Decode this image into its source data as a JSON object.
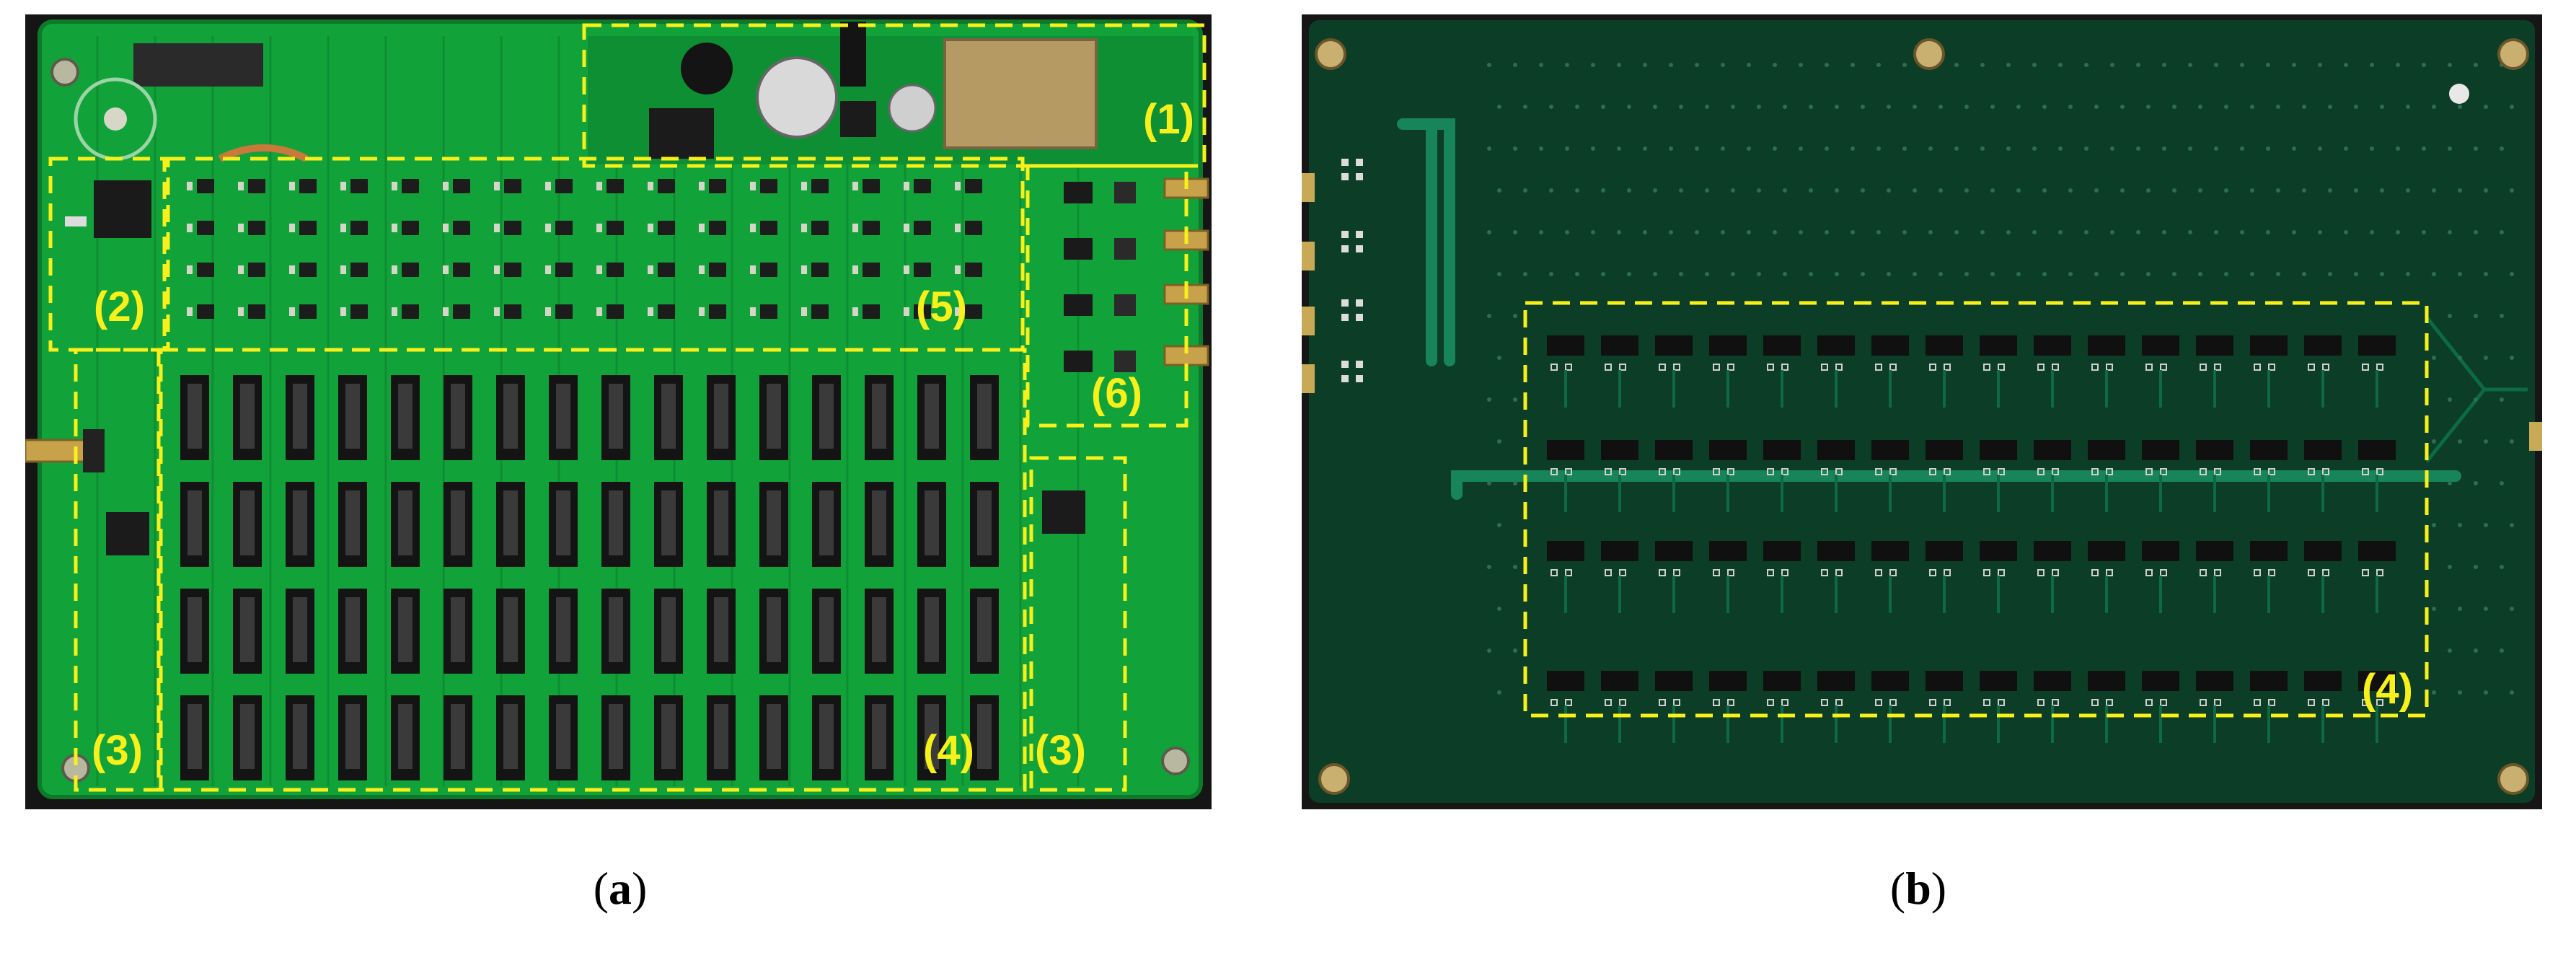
{
  "colors": {
    "background": "#ffffff",
    "frame": "#141414",
    "pcb_a": "#11a43a",
    "pcb_b": "#0b3b26",
    "highlight": "#f7f01a"
  },
  "panel_a": {
    "caption_open": "(",
    "caption_letter": "a",
    "caption_close": ")",
    "labels": {
      "power": "(1)",
      "control": "(2)",
      "left_bus": "(3)",
      "relay_array": "(4)",
      "driver_block": "(5)",
      "io_ports": "(6)",
      "right_bus": "(3)"
    }
  },
  "panel_b": {
    "caption_open": "(",
    "caption_letter": "b",
    "caption_close": ")",
    "labels": {
      "relay_array": "(4)"
    }
  }
}
